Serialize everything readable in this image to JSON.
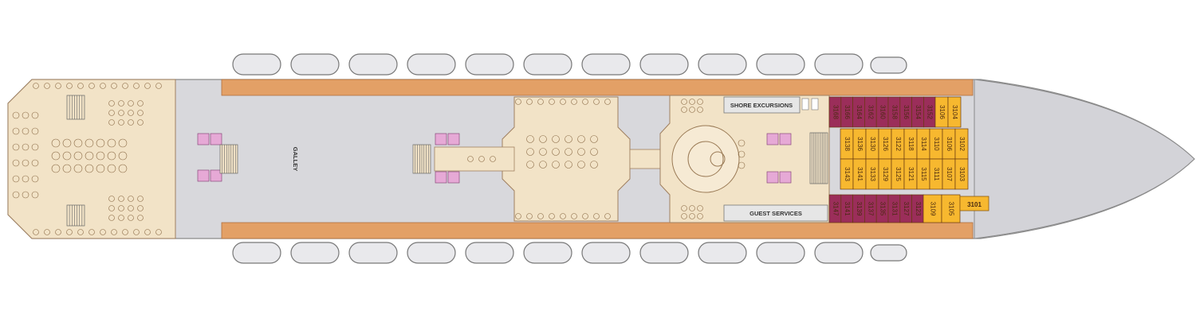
{
  "colors": {
    "galley_gray": "#d8d8dc",
    "public_beige": "#f2e3c7",
    "promenade_orange": "#e3a066",
    "cabin_yellow": "#f7b82f",
    "cabin_maroon": "#9b2e5a",
    "lifeboat": "#e9e9ec",
    "restroom_pink": "#e6a9d6"
  },
  "labels": {
    "galley": "GALLEY",
    "shore_excursions": "SHORE EXCURSIONS",
    "guest_services": "GUEST SERVICES"
  },
  "cabins": {
    "maroon_top": [
      "3168",
      "3166",
      "3164",
      "3162",
      "3160",
      "3158",
      "3156",
      "3154",
      "3152"
    ],
    "yellow_top_pair": [
      "3106",
      "3104"
    ],
    "yellow_row_a": [
      "3138",
      "3136",
      "3130",
      "3126",
      "3122",
      "3118",
      "3114",
      "3110",
      "3106",
      "3102"
    ],
    "yellow_row_b": [
      "3143",
      "3141",
      "3133",
      "3129",
      "3125",
      "3121",
      "3115",
      "3111",
      "3107",
      "3103"
    ],
    "maroon_bottom": [
      "3147",
      "3141",
      "3139",
      "3137",
      "3135",
      "3131",
      "3127",
      "3123"
    ],
    "yellow_bottom_pair": [
      "3109",
      "3105"
    ],
    "corner": "3101"
  }
}
